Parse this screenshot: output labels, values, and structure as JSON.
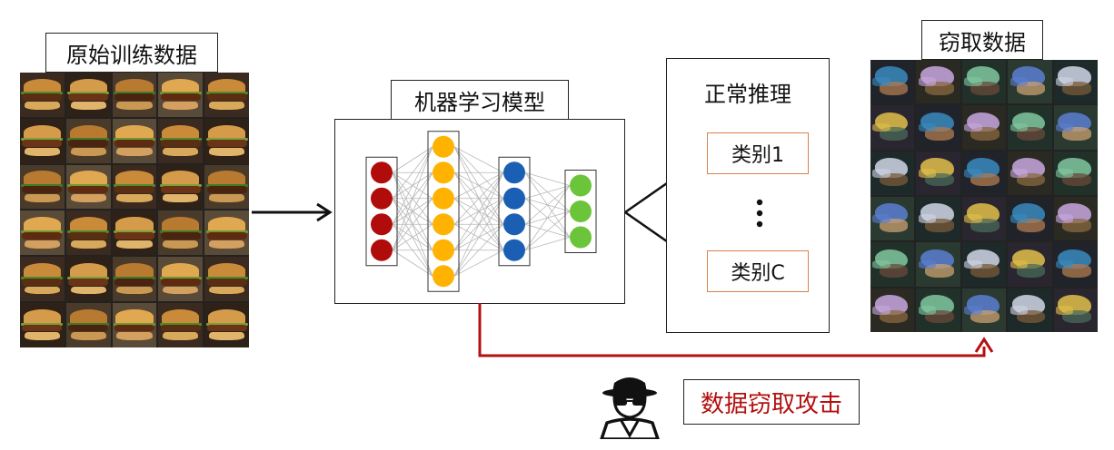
{
  "training_data": {
    "title": "原始训练数据"
  },
  "model": {
    "title": "机器学习模型"
  },
  "inference": {
    "title": "正常推理",
    "class_first": "类别1",
    "class_last": "类别C"
  },
  "stolen_data": {
    "title": "窃取数据"
  },
  "attack": {
    "label": "数据窃取攻击",
    "icon": "spy-icon",
    "color": "#b31010"
  },
  "colors": {
    "input_nodes": "#b10c0c",
    "hidden1_nodes": "#ffb300",
    "hidden2_nodes": "#1a5fb4",
    "output_nodes": "#6cc43a",
    "attack_path": "#b31010"
  }
}
